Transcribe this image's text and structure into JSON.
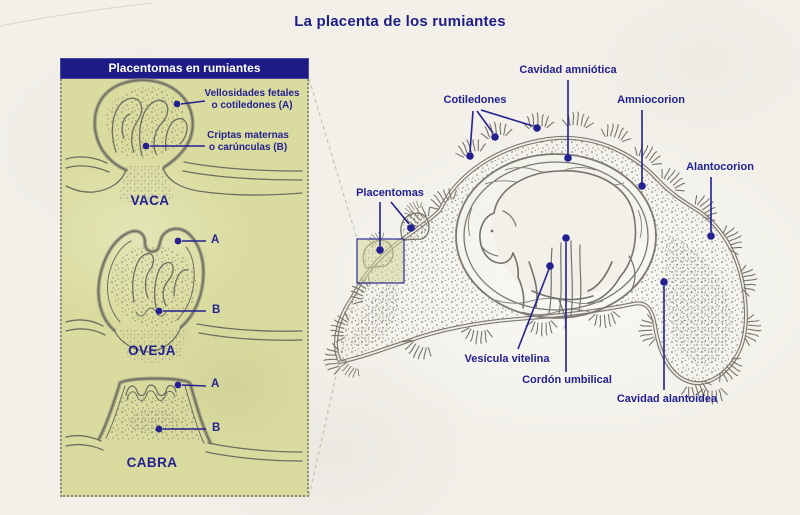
{
  "title": "La placenta de los rumiantes",
  "panel": {
    "header": "Placentomas en rumiantes",
    "label_vellosidades_1": "Vellosidades fetales",
    "label_vellosidades_2": "o cotiledones (A)",
    "label_criptas_1": "Criptas maternas",
    "label_criptas_2": "o carúnculas (B)",
    "vaca": "VACA",
    "oveja": "OVEJA",
    "cabra": "CABRA",
    "marker_a": "A",
    "marker_b": "B"
  },
  "diagram": {
    "cavidad_amniotica": "Cavidad amniótica",
    "cotiledones": "Cotiledones",
    "amniocorion": "Amniocorion",
    "alantocorion": "Alantocorion",
    "placentomas": "Placentomas",
    "vesicula_vitelina": "Vesícula vitelina",
    "cordon_umbilical": "Cordón umbilical",
    "cavidad_alantoidea": "Cavidad alantoidea"
  },
  "colors": {
    "navy": "#232090",
    "panel_background": "#dadc9f",
    "drawing_ink": "#77756b",
    "paper": "#f2f0e9"
  }
}
